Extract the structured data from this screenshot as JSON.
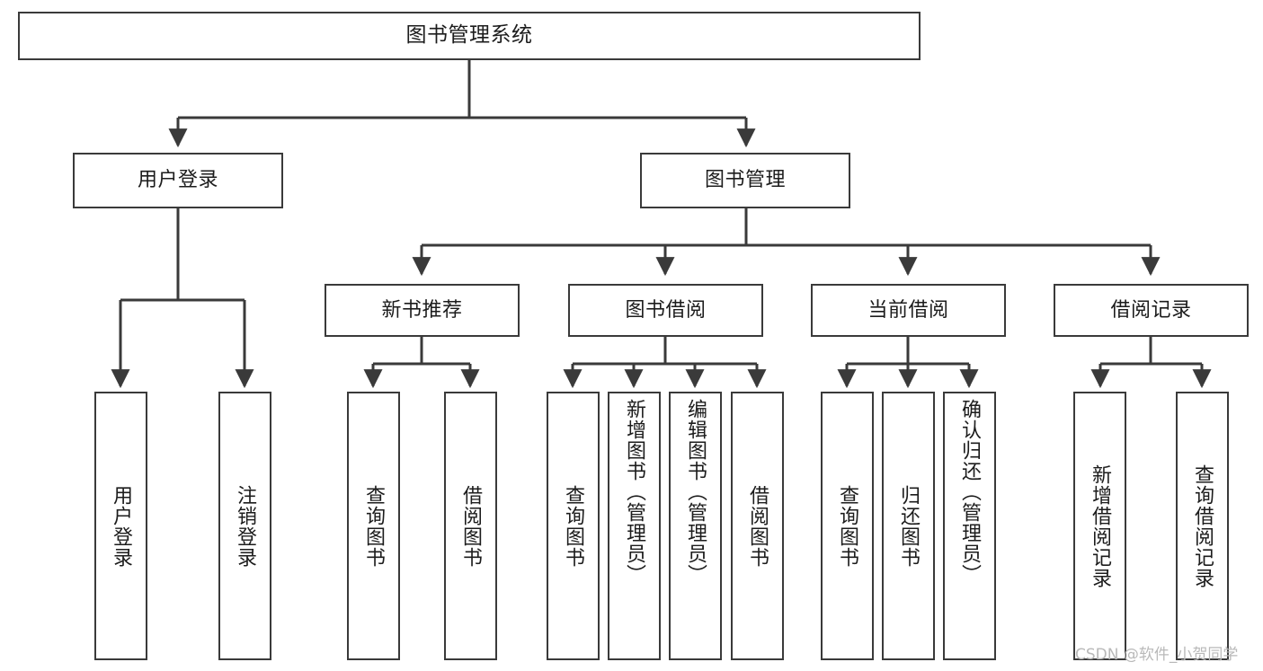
{
  "diagram": {
    "type": "tree-hierarchy",
    "title": "图书管理系统",
    "watermark": "CSDN @软件_小贺同学",
    "root": {
      "id": "root",
      "label": "图书管理系统"
    },
    "level2": [
      {
        "id": "user-login",
        "label": "用户登录"
      },
      {
        "id": "book-manage",
        "label": "图书管理"
      }
    ],
    "level3": [
      {
        "id": "new-book-recommend",
        "label": "新书推荐",
        "parent": "book-manage"
      },
      {
        "id": "book-borrow",
        "label": "图书借阅",
        "parent": "book-manage"
      },
      {
        "id": "current-borrow",
        "label": "当前借阅",
        "parent": "book-manage"
      },
      {
        "id": "borrow-record",
        "label": "借阅记录",
        "parent": "book-manage"
      }
    ],
    "leaves": [
      {
        "id": "leaf-user-login",
        "label": "用户登录",
        "parent": "user-login"
      },
      {
        "id": "leaf-user-logout",
        "label": "注销登录",
        "parent": "user-login"
      },
      {
        "id": "leaf-query-book-1",
        "label": "查询图书",
        "parent": "new-book-recommend"
      },
      {
        "id": "leaf-borrow-book-1",
        "label": "借阅图书",
        "parent": "new-book-recommend"
      },
      {
        "id": "leaf-query-book-2",
        "label": "查询图书",
        "parent": "book-borrow"
      },
      {
        "id": "leaf-add-book",
        "label": "新增图书（管理员）",
        "parent": "book-borrow"
      },
      {
        "id": "leaf-edit-book",
        "label": "编辑图书（管理员）",
        "parent": "book-borrow"
      },
      {
        "id": "leaf-borrow-book-2",
        "label": "借阅图书",
        "parent": "book-borrow"
      },
      {
        "id": "leaf-query-book-3",
        "label": "查询图书",
        "parent": "current-borrow"
      },
      {
        "id": "leaf-return-book",
        "label": "归还图书",
        "parent": "current-borrow"
      },
      {
        "id": "leaf-confirm-return",
        "label": "确认归还（管理员）",
        "parent": "current-borrow"
      },
      {
        "id": "leaf-add-record",
        "label": "新增借阅记录",
        "parent": "borrow-record"
      },
      {
        "id": "leaf-query-record",
        "label": "查询借阅记录",
        "parent": "borrow-record"
      }
    ],
    "colors": {
      "stroke": "#3a3a3a",
      "fill": "#ffffff",
      "text": "#1c1c1c",
      "watermark": "#b9b9b9"
    }
  }
}
